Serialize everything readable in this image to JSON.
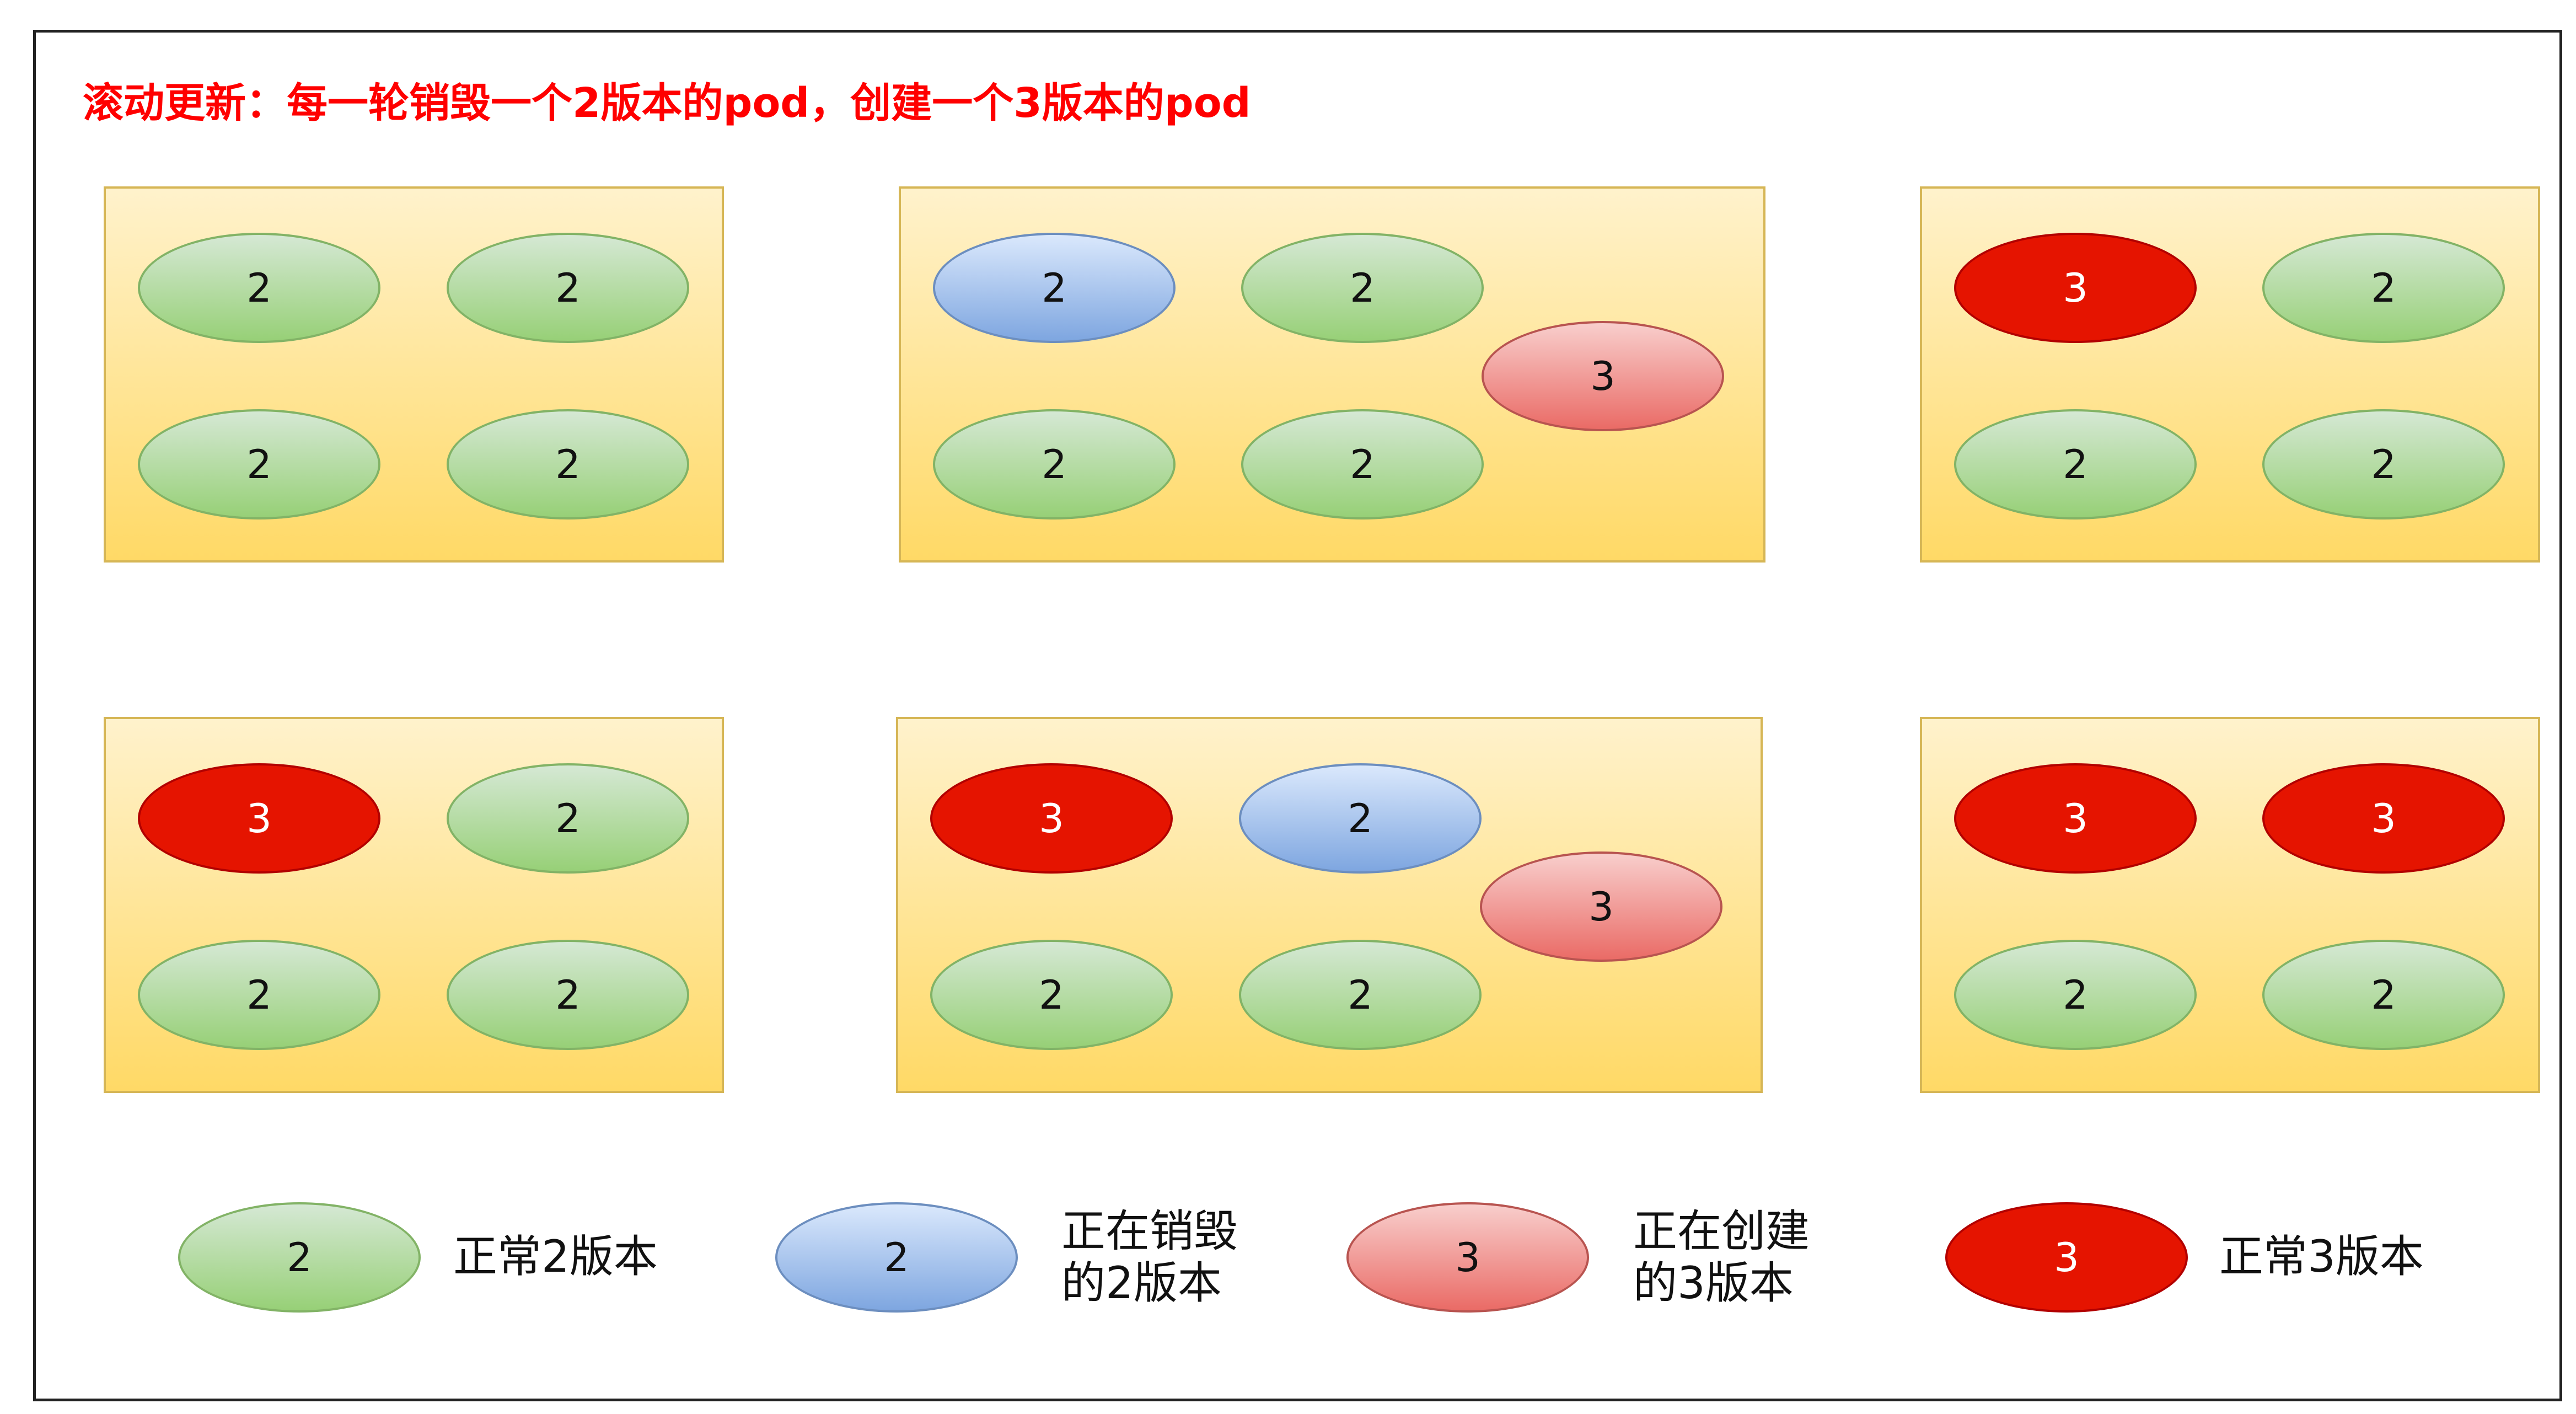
{
  "title": "滚动更新：每一轮销毁一个2版本的pod，创建一个3版本的pod",
  "colors": {
    "normal_v2": "#97d077",
    "destroying_v2": "#7ea6e0",
    "creating_v3": "#ea6b66",
    "normal_v3": "#e51400",
    "title": "#ff0000",
    "box_fill": "#ffd966"
  },
  "stages": [
    {
      "pods": [
        "2",
        "2",
        "2",
        "2"
      ]
    },
    {
      "pods": [
        "2",
        "2",
        "2",
        "2",
        "3"
      ]
    },
    {
      "pods": [
        "3",
        "2",
        "2",
        "2"
      ]
    },
    {
      "pods": [
        "3",
        "2",
        "2",
        "2"
      ]
    },
    {
      "pods": [
        "3",
        "2",
        "2",
        "2",
        "3"
      ]
    },
    {
      "pods": [
        "3",
        "3",
        "2",
        "2"
      ]
    }
  ],
  "legend": [
    {
      "pod": "2",
      "label_lines": [
        "正常2版本"
      ]
    },
    {
      "pod": "2",
      "label_lines": [
        "正在销毁",
        "的2版本"
      ]
    },
    {
      "pod": "3",
      "label_lines": [
        "正在创建",
        "的3版本"
      ]
    },
    {
      "pod": "3",
      "label_lines": [
        "正常3版本"
      ]
    }
  ]
}
